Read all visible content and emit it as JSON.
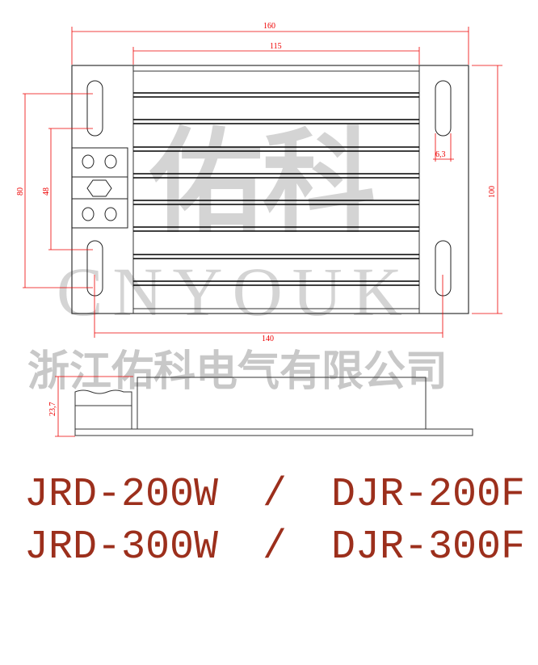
{
  "dimensions": {
    "overall_width": "160",
    "fin_width": "115",
    "overall_height": "100",
    "slot_pitch_outer": "80",
    "slot_pitch_inner": "48",
    "slot_spacing": "140",
    "slot_width": "6,3",
    "side_height": "23,7"
  },
  "watermark": {
    "brand_cn": "佑科",
    "brand_en": "CNYOUK",
    "company": "浙江佑科电气有限公司"
  },
  "models": [
    {
      "left": "JRD-200W",
      "sep": "/",
      "right": "DJR-200F"
    },
    {
      "left": "JRD-300W",
      "sep": "/",
      "right": "DJR-300F"
    }
  ],
  "colors": {
    "dimension": "#e00000",
    "model_text": "#9c2f1c",
    "watermark": "#d4d4d4"
  }
}
